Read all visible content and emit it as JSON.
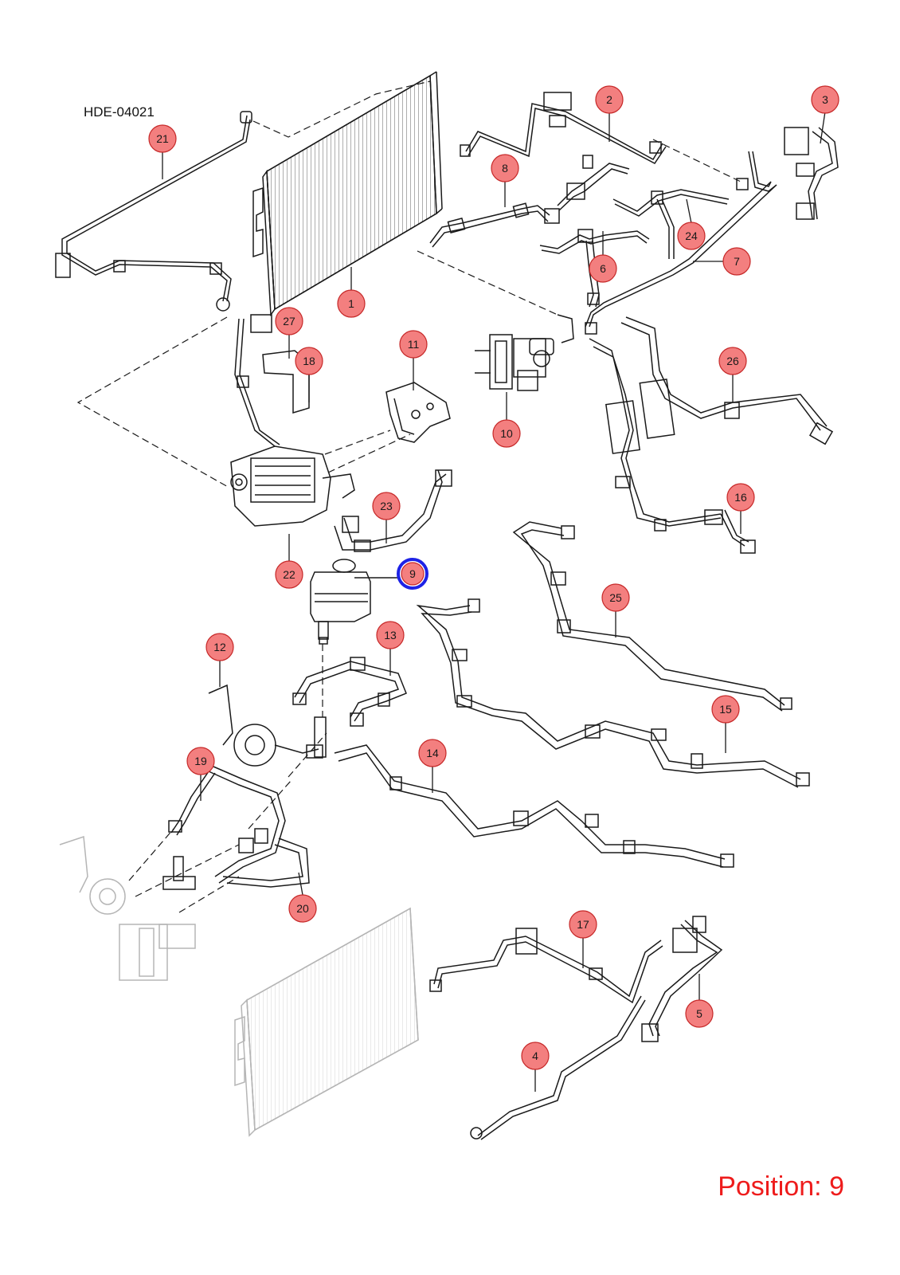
{
  "diagram": {
    "drawing_code": "HDE-04021",
    "position_label": {
      "prefix": "Position: ",
      "value": "9"
    },
    "selected_callout": "9",
    "callouts": [
      "1",
      "2",
      "3",
      "4",
      "5",
      "6",
      "7",
      "8",
      "9",
      "10",
      "11",
      "12",
      "13",
      "14",
      "15",
      "16",
      "17",
      "18",
      "19",
      "20",
      "21",
      "22",
      "23",
      "24",
      "25",
      "26",
      "27"
    ]
  },
  "colors": {
    "callout_fill": "#f37f7f",
    "callout_stroke": "#c62828",
    "callout_text": "#1a1a1a",
    "selected_stroke": "#1d22e6",
    "selected_fill": "#ffffff",
    "line": "#1a1a1a",
    "ghost_line": "#b5b5b5",
    "position_text": "#ee1c1c"
  }
}
